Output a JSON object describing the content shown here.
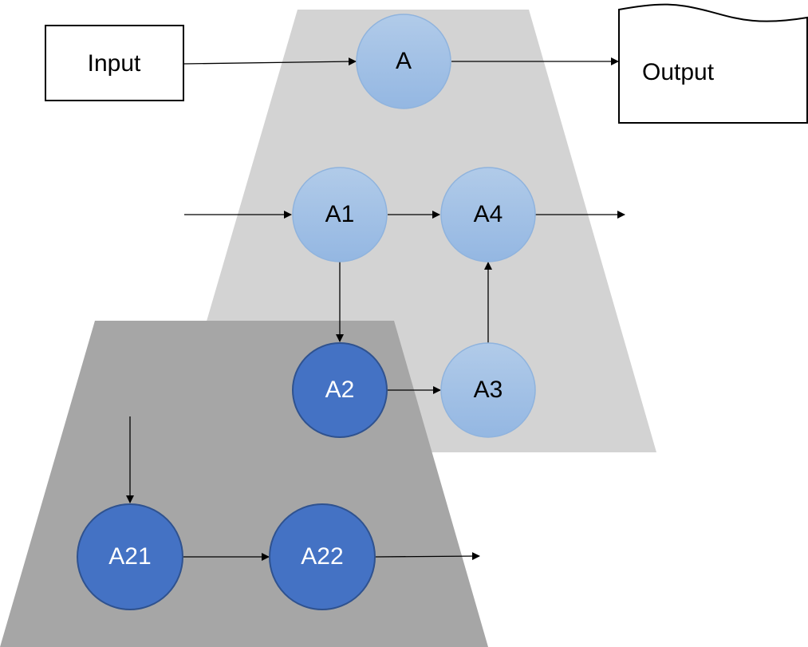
{
  "diagram": {
    "input_label": "Input",
    "output_label": "Output",
    "nodes": {
      "a": "A",
      "a1": "A1",
      "a2": "A2",
      "a3": "A3",
      "a4": "A4",
      "a21": "A21",
      "a22": "A22"
    },
    "colors": {
      "light_panel": "#d3d3d3",
      "dark_panel": "#a6a6a6",
      "light_node_top": "#b1cbe9",
      "light_node_bottom": "#94b7e2",
      "light_node_stroke": "#8fb3dd",
      "dark_node": "#4472c4",
      "dark_node_stroke": "#2f528f",
      "arrow": "#000000"
    }
  }
}
